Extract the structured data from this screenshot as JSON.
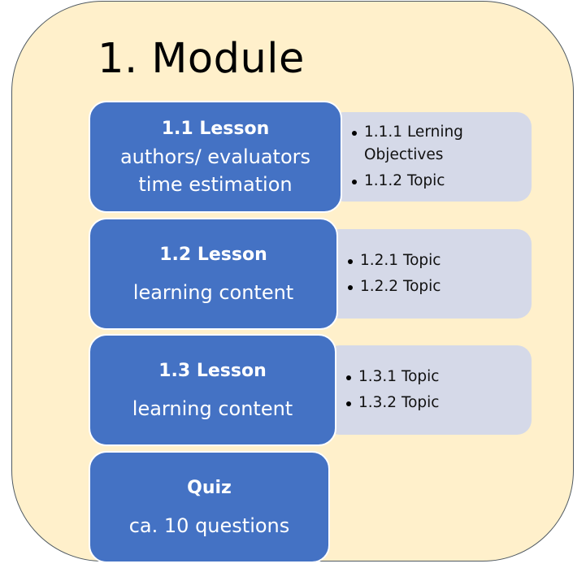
{
  "module": {
    "title": "1. Module",
    "colors": {
      "background": "#FFF0CB",
      "border": "#505A62",
      "lesson_fill": "#4472C4",
      "topic_fill": "#D5D9E8"
    }
  },
  "lessons": [
    {
      "title": "1.1 Lesson",
      "subtitle_lines": [
        "authors/ evaluators",
        "time estimation"
      ],
      "topics": [
        {
          "lines": [
            "1.1.1 Lerning",
            "Objectives"
          ]
        },
        {
          "lines": [
            "1.1.2 Topic"
          ]
        }
      ]
    },
    {
      "title": "1.2 Lesson",
      "subtitle_lines": [
        "learning content"
      ],
      "topics": [
        {
          "lines": [
            "1.2.1 Topic"
          ]
        },
        {
          "lines": [
            "1.2.2 Topic"
          ]
        }
      ]
    },
    {
      "title": "1.3 Lesson",
      "subtitle_lines": [
        "learning content"
      ],
      "topics": [
        {
          "lines": [
            "1.3.1 Topic"
          ]
        },
        {
          "lines": [
            "1.3.2 Topic"
          ]
        }
      ]
    }
  ],
  "quiz": {
    "title": "Quiz",
    "subtitle": "ca. 10 questions"
  }
}
